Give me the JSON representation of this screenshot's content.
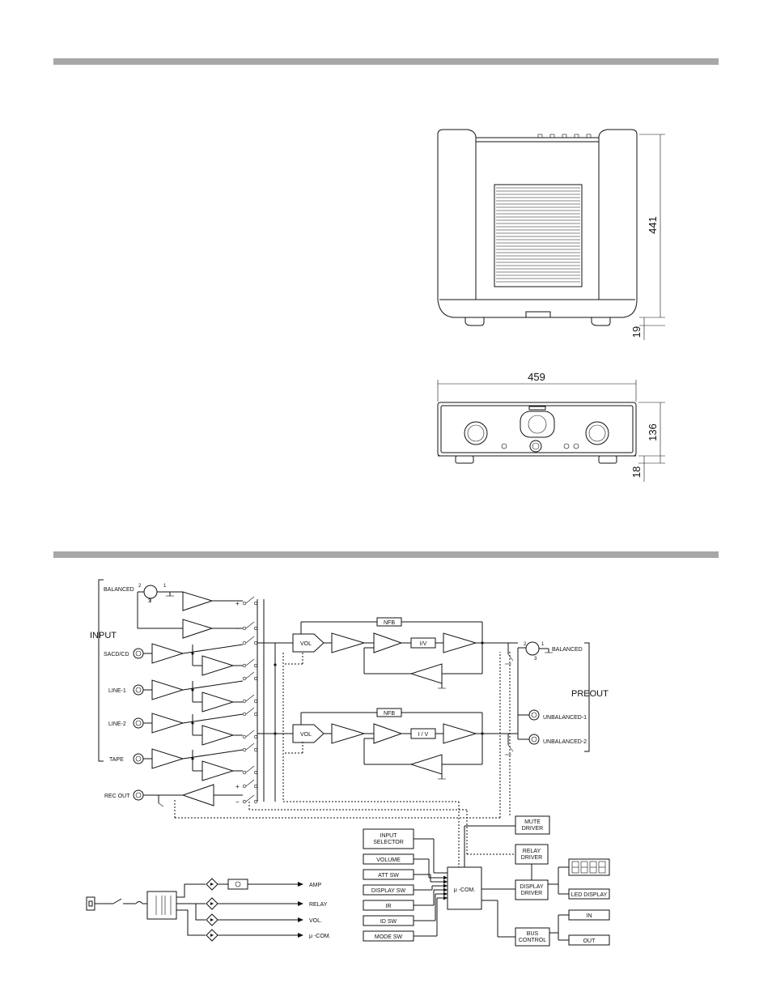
{
  "dimensions": {
    "top_height": "441",
    "top_foot": "19",
    "front_width": "459",
    "front_height": "136",
    "front_foot": "18"
  },
  "block": {
    "input_group": "INPUT",
    "preout_group": "PREOUT",
    "inputs": [
      "BALANCED",
      "SACD/CD",
      "LINE-1",
      "LINE-2",
      "TAPE",
      "REC OUT"
    ],
    "nfb": "NFB",
    "vol": "VOL",
    "iv_1": "I/V",
    "iv_2": "I / V",
    "outputs": [
      "BALANCED",
      "UNBALANCED-1",
      "UNBALANCED-2"
    ],
    "pin_2": "2",
    "pin_1": "1",
    "pin_3": "3",
    "plus": "+",
    "minus": "−",
    "controls": [
      "INPUT SELECTOR",
      "VOLUME",
      "ATT SW",
      "DISPLAY SW",
      "IR",
      "ID SW",
      "MODE SW"
    ],
    "ucom": "μ -COM.",
    "mute_driver": "MUTE DRIVER",
    "relay_driver": "RELAY DRIVER",
    "display_driver": "DISPLAY DRIVER",
    "led_display": "LED DISPLAY",
    "bus_control": "BUS CONTROL",
    "bus_in": "IN",
    "bus_out": "OUT",
    "psu_outputs": [
      "AMP",
      "RELAY",
      "VOL.",
      "μ -COM."
    ]
  }
}
